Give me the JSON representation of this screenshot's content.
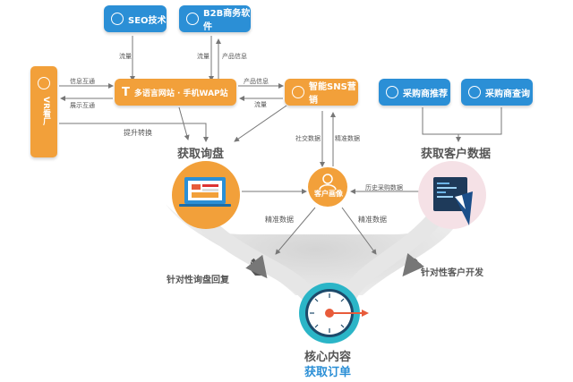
{
  "boxes": {
    "seo": "SEO技术",
    "b2b": "B2B商务软件",
    "site": "多语言网站 · 手机WAP站",
    "sns": "智能SNS营销",
    "rec": "采购商推荐",
    "query": "采购商查询",
    "vr": "VR看厂",
    "profile": "客户画像"
  },
  "labels": {
    "flow1": "流量",
    "flow2": "流量",
    "product_info1": "产品信息",
    "info_interact": "信息互通",
    "show_interact": "展示互通",
    "product_info2": "产品信息",
    "flow3": "流量",
    "boost": "提升转换",
    "social_data": "社交数据",
    "precise1": "精准数据",
    "history": "历史采购数据",
    "precise2": "精准数据",
    "precise3": "精准数据"
  },
  "headings": {
    "get_inquiry": "获取询盘",
    "get_customer": "获取客户数据",
    "reply": "针对性询盘回复",
    "develop": "针对性客户开发",
    "core": "核心内容",
    "order": "获取订单"
  },
  "colors": {
    "blue": "#2b8fd6",
    "orange": "#f2a03a",
    "gray_funnel": "#d9d9d9",
    "order_blue": "#2b8fd6"
  }
}
